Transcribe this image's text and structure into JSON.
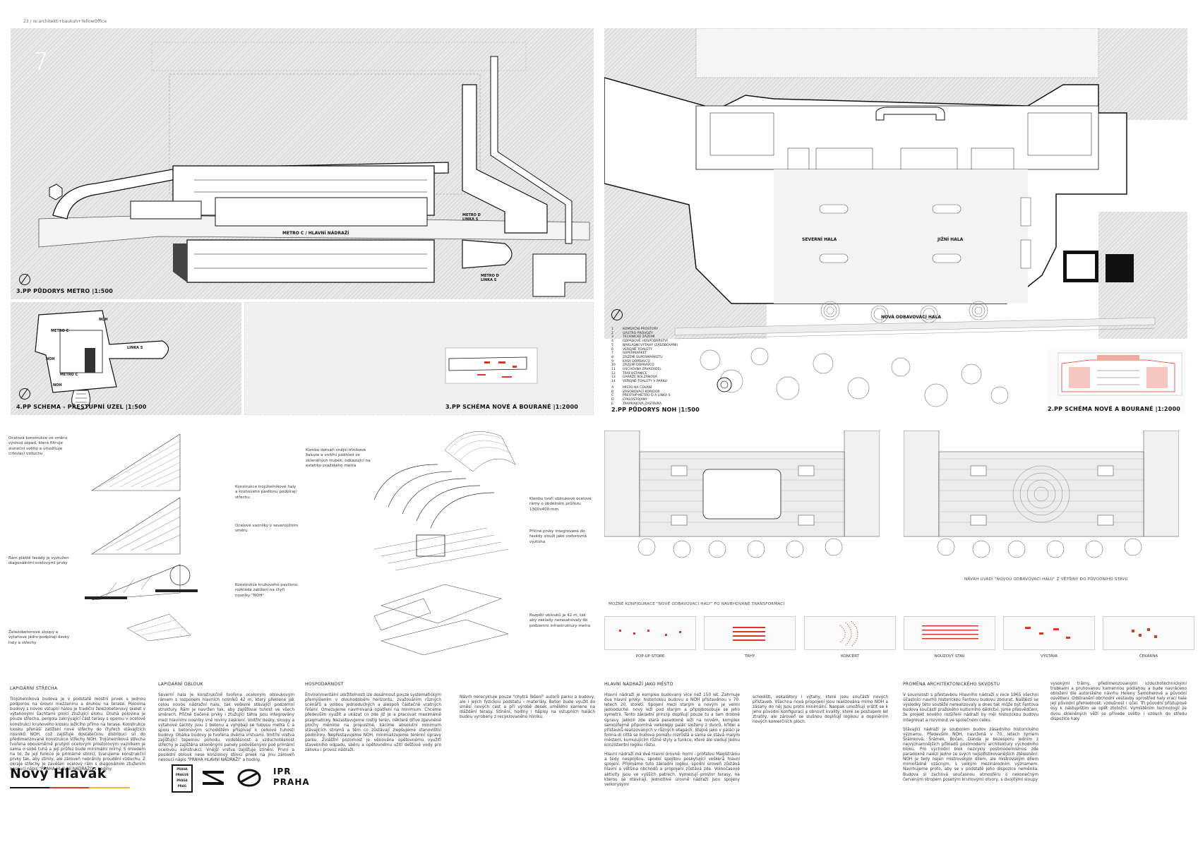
{
  "header": {
    "path": "23 / re:architekti+baukuh+YellowOffice",
    "panel_number": "7"
  },
  "plans": {
    "metro_3pp": {
      "title": "3.PP PŮDORYS METRO  |1:500",
      "station": "METRO C / HLAVNÍ NÁDRAŽÍ",
      "d_label_top": "METRO D\nLINKA S",
      "d_label_bottom": "METRO D\nLINKA S"
    },
    "schema_4pp": {
      "title": "4.PP SCHEMA - PŘESTUPNÍ UZEL  |1:500",
      "labels": [
        "NOH",
        "METRO C",
        "LINKA S",
        "NOH",
        "METRO C",
        "NOH"
      ]
    },
    "schema_3pp_new": {
      "title": "3.PP SCHÉMA NOVÉ A BOURANÉ  |1:2000"
    },
    "noh_2pp": {
      "title": "2.PP PŮDORYS NOH  |1:500",
      "hall_north": "SEVERNÍ HALA",
      "hall_south": "JIŽNÍ HALA",
      "hall_new": "NOVÁ ODBAVOVACÍ HALA"
    },
    "schema_2pp_new": {
      "title": "2.PP SCHÉMA NOVÉ A BOURANÉ  |1:2000"
    }
  },
  "legend": [
    {
      "k": "1",
      "v": "KOMERČNÍ PROSTORY"
    },
    {
      "k": "2",
      "v": "GASTRO PROVOZY"
    },
    {
      "k": "3",
      "v": "TECHNICKÉ ZÁZEMÍ"
    },
    {
      "k": "4",
      "v": "ODPADOVÉ HOSPODÁŘSTVÍ"
    },
    {
      "k": "5",
      "v": "NÁKLADNÍ VÝTAHY (ZÁSOBOVÁNÍ)"
    },
    {
      "k": "6",
      "v": "VEŘEJNÉ TOALETY"
    },
    {
      "k": "7",
      "v": "SUPERMARKET"
    },
    {
      "k": "8",
      "v": "ZÁZEMÍ SUPERMARKETU"
    },
    {
      "k": "9",
      "v": "KASY DOPRAVCŮ"
    },
    {
      "k": "10",
      "v": "ZÁZEMÍ DOPRAVCŮ"
    },
    {
      "k": "11",
      "v": "ÚSCHOVNA ZAVAZADEL"
    },
    {
      "k": "12",
      "v": "TRAFOSTANICE"
    },
    {
      "k": "13",
      "v": "GARÁŽE BOLZANOVA"
    },
    {
      "k": "14",
      "v": "VEŘEJNÉ TOALETY V PARKU"
    },
    {
      "k": "A",
      "v": "MÍSTO NA ČEKÁNÍ"
    },
    {
      "k": "B",
      "v": "ZÁSOBOVACÍ KORIDOR"
    },
    {
      "k": "C",
      "v": "PŘESTUP METRO D A LINKA S"
    },
    {
      "k": "D",
      "v": "CYKLOSTOJANY"
    },
    {
      "k": "E",
      "v": "TRAMVAJOVÁ ZASTÁVKA"
    }
  ],
  "axo_notes": {
    "n1": "Ocelová konstrukce ve směru východ západ, která filtruje sluneční světlo a umožňuje cirkulaci vzduchu",
    "n2": "Konstrukce trojúhelníkové haly a kruhového pavilonu podpírají střechu",
    "n3": "Ocelové vaznilky v severojižním směru",
    "n4": "Rám pláště fasády je vyztužen diagonálními ocelovými prvky",
    "n5": "Konstrukce kruhového pavilonu rozkládá zatížení na čtyři nosníky \"NOH\"",
    "n6": "Železobetonové sloupy a výtahové jádro podpírají desky haly a střechy",
    "n7": "Klenbu dotváří vnější tříníkové žaluzie a vnitřní podhled ze skleněných trubek, odkazující na estetiku pražského metra",
    "n8": "Klenbu tvoří obloukové ocelové rámy o obdélném průřezu 1300x400 mm.",
    "n9": "Příčné prvky integrované do fasády slouží jako vodorovná výztuha",
    "n10": "Rozpětí oblouků je 42 m, tak aby základy nezasahovaly do podzemní infrastruktury metra"
  },
  "views_caption": "NÁVRH UVÁDÍ \"NOVOU ODBAVOVACÍ HALU\" Z VĚTŠINY DO PŮVODNÍHO STAVU",
  "configs": {
    "title": "MOŽNÉ KONFIGURACE \"NOVÉ ODBAVOVACÍ HALY\" PO NAVRHOVANÉ TRANSFORMACI",
    "items": [
      "POP-UP STORE",
      "TRHY",
      "KONCERT",
      "NOUZOVÝ STAV",
      "VÝSTAVA",
      "ČEKÁRNA"
    ]
  },
  "text": {
    "lap_strecha_title": "LAPIDÁRNÍ STŘECHA",
    "lap_strecha": "Trojúhelníková budova je v podstatě mostní prvek s jednou podporou na úrovni mezzaninu a druhou na terase. Polovina budovy s novou vstupní halou je tradiční železobetonový skelet v výtahovými šachtami plnící ztužující úlohu. Druhá polovina je pouze střecha, pergola zakrývající část terasy s oporou v ocelové konstrukci kruhového kiosku ležícího přímo na terase. Konstrukce kiosku přenáší zatížení nové střechy do čtyřech stávajících nosníků NOH, což zajišťuje dostatečnou distribuci sil do předimenzované konstrukce střechy NOH. Trojúhelníková střecha tvořena obousměrně prutým ocelovým prostorovým vazníkem je sama o sobě tuhá a její průřez bude minimální mírný. S ohledem na to, že její funkce je primárně stínící, tvarujeme konstrukční prvky tak, aby stínily, ale zároveň nebránily proudění vzduchu. Z okraje střechy je zavěšen ocelový rám s diagonálním ztužením nesoucí nápis \"PRAHA HLAVNÍ NÁDRAŽÍ\" s hodiny.",
    "lap_oblouk_title": "LAPIDÁRNÍ OBLOUK",
    "lap_oblouk": "Severní hala je konstrukčně tvořena ocelovým obloukovým rámem s rozponem hlavních nosníků 42 m, který překlene jak celou novou nádražní halu, tak veškeré stávající podzemní struktury. Rám je navržen tak, aby zajišťoval tuhost ve všech směrech. Příčně tlačené prvky i ztužující táhla jsou integrovány mezi hlavními nosníky vně roviny zasklení. Vnitřní desky, sloupy a výtahové šachty jsou z betonu a vyhýbají se tubusu metra C a spolu s betonovým schodištěm přispívají k celkové tuhosti budovy. Obálka budovy je tvořena dvěma vrstvami. Vnitřní vrstva zajišťující tepelnou pohodu, vodotěsnost a vzduchotěsnost střechy je zajištěna skleněnými panely podvěšenými pod primární ocelovou konstrukcí. Vnější vrstva zajišťuje stínění. První a poslední oblouk nese konzolový stínicí prvek na jinu zároveň nesoucí nápis \"PRAHA HLAVNÍ NÁDRAŽÍ\" a hodiny.",
    "hosp_title": "HOSPODÁRNOST",
    "hosp": "Environmentální udržitelnosti lze dosáhnout pouze systematickým přemýšlením v dlouhodobém horizontu, zvažováním různých scénářů a volbou jednoduchých a alespoň částečně vratných řešení. Omezujeme navrhovaná opatření na minimum. Chceme především využít a ukázat co zde již je a pracovat maximálně pragmaticky. Nezastavujeme rostlý terén, některé dříve zpevněné plochy měníme na propustné, kácíme absolutní minimum stávajících stromů a těm co zůstávají zlepšujeme stanovištní podmínky. Nepřestavujeme NOH, minimalizujeme terénní úpravy parku. Zvláštní pozornost je věnována opětovnému využití stavebního odpadu, sběru a opětovnému užití dešťové vody pro zálivku i provoz nádraží.",
    "hosp_b": "Návrh nerecykluje pouze \"chytrá řešení\" autorů parku a budovy, ale i jejich fyzickou podstatu - materiály. Beton bude využit do směsi nových cest a při výrobě desek umělého kamene na dláždění terasy. Stínění, hodiny i nápisy na vstupních halách budou vyrobeny z recyklovaného hliníku.",
    "mesto_title": "HLAVNÍ NÁDRAŽÍ JAKO MĚSTO",
    "mesto": "Hlavní nádraží je komplex budovaný více než 150 let. Zahrnuje dva hlavní prvky: historickou budovu a NOH přistavěnou v 70. letech 20. století. Spojení mezi starým a novým je velmi jednoduché: nový leží pod starým a připojbosobuje se jeho symetrii. Tento základní princip doplňují pouze tu a tam drobné úpravy. Jakkoli zde stará paradoxně leží na novém, komplex samozřejmě připomíná velkolepý palác složený z dvorů, křídel a přístavků realizovaných v různých etapách. Stejně jako v paláci je forma di cittá se budova pomalu rozrůstá a sama se stává malým městem, kumulujícím různé styly a funkce, které ale sledují jednu konzistentní logiku růstu.",
    "mesto_b": "Hlavní nádraží má dvě hlavní úrovně: horní - prořatou Magistrálou a tedy nespojitou, spodní spojitou poskytující veškerá hlavní spojení. Přijímáme tuto základní logiku, spodní úroveň zůstává hlavní a většina obchodů a propojení zůstává zde. Volnočasové aktivity jsou ve vyšších patrech. Vymezují prostor terasy, na kterou se otevírají. Jednotlivé úrovně nádraží jsou spojeny velkorysými",
    "mesto_c": "schodišti, eskalátory i výtahy, které jsou součástí nových přístaveb. Všechna nová propojení jsou realizována mimo NOH a zásahy do něj jsou proto minimální. Naopak umožňují vrátit se k jeho původní konfiguraci a obnovit kvality, které se postupem let ztratily, ale zároveň se slušnou doplňují logikou a doplněním nových komerčních ploch.",
    "promena_title": "PROMĚNA ARCHITEKTONICKÉHO SKVOSTU",
    "promena": "V souvislosti s přestavbou Hlavního nádraží v roce 1965 všechni účastníci navrhli historickou Fantovu budovu zbourat. Naštěstí se výsledky této soutěže nerealizovaly a dnes tak může být Fantova budova součástí pražského kulturního dědictví. Jsme přesvědčeni, že projekt nového rozšíření nádraží by měl historickou budovu integrovat a rozvinout ve společném celku.",
    "promena_b": "Stávající nádraží je souborem budov zásadního historického významu. Především NOH, navržená v 70. letech týmem Šrámková, Šrámek, Bočan, Danda je bezesporu jedním z nejvýznamnějších příkladů postmoderní architektury východního bloku. Pro východní blok nezvyklý postmodernismus zde paradoxně nalézl jedno ze svých nejsofistikovanějších ztělesnění. NOH je tedy nejen mistrovským dílem, ale mistrovským dílem mimořádně vzácným, s velkým mezinárodním významem. Navrhujeme proto, aby se v podstatě jeho dispozice neměnila. Budova si zachová současnou atmosféru s nekonečným červeným stropem posetým kruhovými otvory, s dvojitými sloupy",
    "promena_c": "vysokými trámy, předimenzovanými vzduchotechnickými trubkami a pruhovanou kamennou podlahou a bude navráceno obložení dle autorského návrhu Heleny Šamohelové a původní osvětlení. Odstranění obchodní vestavby uprostřed haly vrací hale její původní přehlednost, vzdušnost i účel. Tři původní přístupové osy k nástupištím se opět ztotožní. Vymístěním technologií ze dvou skleněných věží se přivede světlo i vzduch do středu dispozice haly."
  },
  "footer": {
    "title": "Nový Hlavák",
    "mark_praha": "PRAHA PRAGUE PRAGA PRAG",
    "ipr": "IPR PRAHA"
  }
}
